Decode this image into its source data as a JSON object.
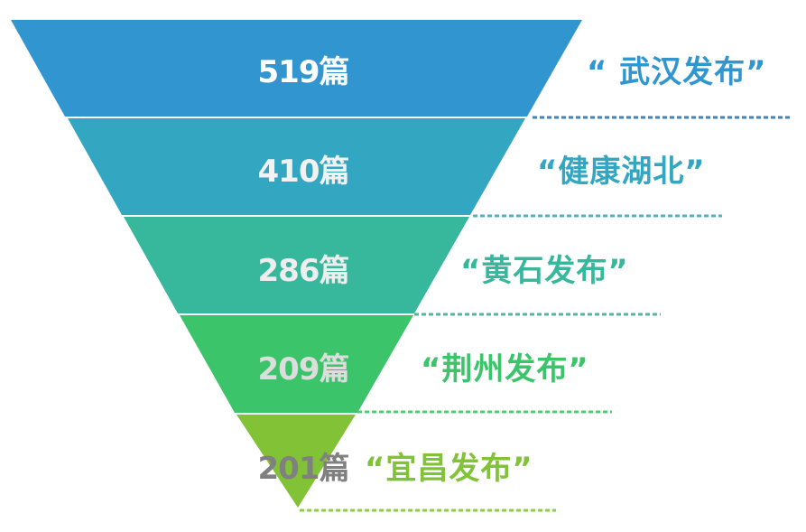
{
  "chart_data": {
    "type": "funnel",
    "title": "",
    "unit": "篇",
    "categories": [
      "“ 武汉发布”",
      "“健康湖北”",
      "“黄石发布”",
      "“荆州发布”",
      "“宜昌发布”"
    ],
    "values": [
      519,
      410,
      286,
      209,
      201
    ],
    "value_labels": [
      "519篇",
      "410篇",
      "286篇",
      "209篇",
      "201篇"
    ],
    "colors": [
      "#3196cf",
      "#33a6c1",
      "#37b79c",
      "#3cc46b",
      "#82c236"
    ],
    "value_label_colors": [
      "#ffffff",
      "#f2f2f2",
      "#eeeeee",
      "#dddddd",
      "#808080"
    ],
    "legend": "none",
    "grid": false
  },
  "bands": [
    {
      "value": "519篇",
      "label": "“ 武汉发布”"
    },
    {
      "value": "410篇",
      "label": "“健康湖北”"
    },
    {
      "value": "286篇",
      "label": "“黄石发布”"
    },
    {
      "value": "209篇",
      "label": "“荆州发布”"
    },
    {
      "value": "201篇",
      "label": "“宜昌发布”"
    }
  ]
}
